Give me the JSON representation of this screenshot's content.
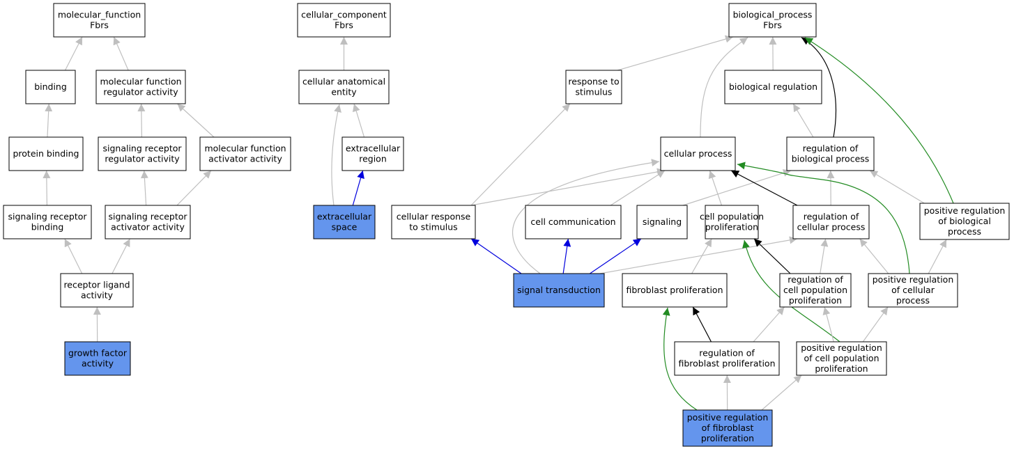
{
  "colors": {
    "highlight": "#6495ed",
    "is_a": "#bfbfbf",
    "part_of": "#0000dd",
    "regulates": "#000000",
    "positively_regulates": "#228b22"
  },
  "nodes": [
    {
      "id": "mf",
      "lines": [
        "molecular_function",
        "Fbrs"
      ],
      "highlight": false
    },
    {
      "id": "binding",
      "lines": [
        "binding"
      ],
      "highlight": false
    },
    {
      "id": "mfra",
      "lines": [
        "molecular function",
        "regulator activity"
      ],
      "highlight": false
    },
    {
      "id": "pb",
      "lines": [
        "protein binding"
      ],
      "highlight": false
    },
    {
      "id": "srra",
      "lines": [
        "signaling receptor",
        "regulator activity"
      ],
      "highlight": false
    },
    {
      "id": "mfaa",
      "lines": [
        "molecular function",
        "activator activity"
      ],
      "highlight": false
    },
    {
      "id": "srb",
      "lines": [
        "signaling receptor",
        "binding"
      ],
      "highlight": false
    },
    {
      "id": "sraa",
      "lines": [
        "signaling receptor",
        "activator activity"
      ],
      "highlight": false
    },
    {
      "id": "rla",
      "lines": [
        "receptor ligand",
        "activity"
      ],
      "highlight": false
    },
    {
      "id": "gfa",
      "lines": [
        "growth factor",
        "activity"
      ],
      "highlight": true
    },
    {
      "id": "cc",
      "lines": [
        "cellular_component",
        "Fbrs"
      ],
      "highlight": false
    },
    {
      "id": "cae",
      "lines": [
        "cellular anatomical",
        "entity"
      ],
      "highlight": false
    },
    {
      "id": "er",
      "lines": [
        "extracellular",
        "region"
      ],
      "highlight": false
    },
    {
      "id": "es",
      "lines": [
        "extracellular",
        "space"
      ],
      "highlight": true
    },
    {
      "id": "bp",
      "lines": [
        "biological_process",
        "Fbrs"
      ],
      "highlight": false
    },
    {
      "id": "rts",
      "lines": [
        "response to",
        "stimulus"
      ],
      "highlight": false
    },
    {
      "id": "breg",
      "lines": [
        "biological regulation"
      ],
      "highlight": false
    },
    {
      "id": "cp",
      "lines": [
        "cellular process"
      ],
      "highlight": false
    },
    {
      "id": "rbp",
      "lines": [
        "regulation of",
        "biological process"
      ],
      "highlight": false
    },
    {
      "id": "crs",
      "lines": [
        "cellular response",
        "to stimulus"
      ],
      "highlight": false
    },
    {
      "id": "ccom",
      "lines": [
        "cell communication"
      ],
      "highlight": false
    },
    {
      "id": "sig",
      "lines": [
        "signaling"
      ],
      "highlight": false
    },
    {
      "id": "cpp",
      "lines": [
        "cell population",
        "proliferation"
      ],
      "highlight": false
    },
    {
      "id": "rcp",
      "lines": [
        "regulation of",
        "cellular process"
      ],
      "highlight": false
    },
    {
      "id": "prbp",
      "lines": [
        "positive regulation",
        "of biological",
        "process"
      ],
      "highlight": false
    },
    {
      "id": "st",
      "lines": [
        "signal transduction"
      ],
      "highlight": true
    },
    {
      "id": "fp",
      "lines": [
        "fibroblast proliferation"
      ],
      "highlight": false
    },
    {
      "id": "rcpp",
      "lines": [
        "regulation of",
        "cell population",
        "proliferation"
      ],
      "highlight": false
    },
    {
      "id": "prcp",
      "lines": [
        "positive regulation",
        "of cellular",
        "process"
      ],
      "highlight": false
    },
    {
      "id": "rfp",
      "lines": [
        "regulation of",
        "fibroblast proliferation"
      ],
      "highlight": false
    },
    {
      "id": "prcpp",
      "lines": [
        "positive regulation",
        "of cell population",
        "proliferation"
      ],
      "highlight": false
    },
    {
      "id": "prfp",
      "lines": [
        "positive regulation",
        "of fibroblast",
        "proliferation"
      ],
      "highlight": true
    }
  ],
  "edges": [
    {
      "from": "binding",
      "to": "mf",
      "type": "is_a"
    },
    {
      "from": "mfra",
      "to": "mf",
      "type": "is_a"
    },
    {
      "from": "pb",
      "to": "binding",
      "type": "is_a"
    },
    {
      "from": "srra",
      "to": "mfra",
      "type": "is_a"
    },
    {
      "from": "mfaa",
      "to": "mfra",
      "type": "is_a"
    },
    {
      "from": "srb",
      "to": "pb",
      "type": "is_a"
    },
    {
      "from": "sraa",
      "to": "srra",
      "type": "is_a"
    },
    {
      "from": "sraa",
      "to": "mfaa",
      "type": "is_a"
    },
    {
      "from": "rla",
      "to": "srb",
      "type": "is_a"
    },
    {
      "from": "rla",
      "to": "sraa",
      "type": "is_a"
    },
    {
      "from": "gfa",
      "to": "rla",
      "type": "is_a"
    },
    {
      "from": "cae",
      "to": "cc",
      "type": "is_a"
    },
    {
      "from": "er",
      "to": "cae",
      "type": "is_a"
    },
    {
      "from": "es",
      "to": "cae",
      "type": "is_a"
    },
    {
      "from": "es",
      "to": "er",
      "type": "part_of"
    },
    {
      "from": "rts",
      "to": "bp",
      "type": "is_a"
    },
    {
      "from": "breg",
      "to": "bp",
      "type": "is_a"
    },
    {
      "from": "cp",
      "to": "bp",
      "type": "is_a"
    },
    {
      "from": "rbp",
      "to": "bp",
      "type": "regulates"
    },
    {
      "from": "prbp",
      "to": "bp",
      "type": "positively_regulates"
    },
    {
      "from": "rbp",
      "to": "breg",
      "type": "is_a"
    },
    {
      "from": "crs",
      "to": "rts",
      "type": "is_a"
    },
    {
      "from": "crs",
      "to": "cp",
      "type": "is_a"
    },
    {
      "from": "ccom",
      "to": "cp",
      "type": "is_a"
    },
    {
      "from": "sig",
      "to": "rbp",
      "type": "is_a"
    },
    {
      "from": "cpp",
      "to": "cp",
      "type": "is_a"
    },
    {
      "from": "rcp",
      "to": "cp",
      "type": "regulates"
    },
    {
      "from": "rcp",
      "to": "rbp",
      "type": "is_a"
    },
    {
      "from": "prbp",
      "to": "rbp",
      "type": "is_a"
    },
    {
      "from": "prcp",
      "to": "cp",
      "type": "positively_regulates"
    },
    {
      "from": "st",
      "to": "cp",
      "type": "is_a"
    },
    {
      "from": "st",
      "to": "crs",
      "type": "part_of"
    },
    {
      "from": "st",
      "to": "ccom",
      "type": "part_of"
    },
    {
      "from": "st",
      "to": "sig",
      "type": "part_of"
    },
    {
      "from": "st",
      "to": "rcp",
      "type": "is_a"
    },
    {
      "from": "fp",
      "to": "cpp",
      "type": "is_a"
    },
    {
      "from": "rcpp",
      "to": "cpp",
      "type": "regulates"
    },
    {
      "from": "rcpp",
      "to": "rcp",
      "type": "is_a"
    },
    {
      "from": "prcp",
      "to": "rcp",
      "type": "is_a"
    },
    {
      "from": "prcp",
      "to": "prbp",
      "type": "is_a"
    },
    {
      "from": "rfp",
      "to": "fp",
      "type": "regulates"
    },
    {
      "from": "rfp",
      "to": "rcpp",
      "type": "is_a"
    },
    {
      "from": "prcpp",
      "to": "cpp",
      "type": "positively_regulates"
    },
    {
      "from": "prcpp",
      "to": "rcpp",
      "type": "is_a"
    },
    {
      "from": "prcpp",
      "to": "prcp",
      "type": "is_a"
    },
    {
      "from": "prfp",
      "to": "fp",
      "type": "positively_regulates"
    },
    {
      "from": "prfp",
      "to": "rfp",
      "type": "is_a"
    },
    {
      "from": "prfp",
      "to": "prcpp",
      "type": "is_a"
    }
  ]
}
